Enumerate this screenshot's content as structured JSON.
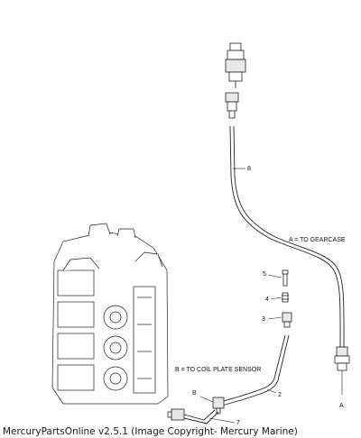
{
  "callouts": {
    "part_2": "2",
    "part_3": "3",
    "part_4": "4",
    "part_5": "5",
    "part_7": "7",
    "part_8": "8"
  },
  "notes": {
    "a_note": "A = TO GEARCASE",
    "b_note": "B = TO COIL PLATE SENSOR",
    "a_end": "A",
    "b_end": "B"
  },
  "footer": {
    "caption": "MercuryPartsOnline v2.5.1 (Image Copyright- Mercury Marine)"
  },
  "colors": {
    "line": "#222222",
    "background": "#ffffff"
  }
}
